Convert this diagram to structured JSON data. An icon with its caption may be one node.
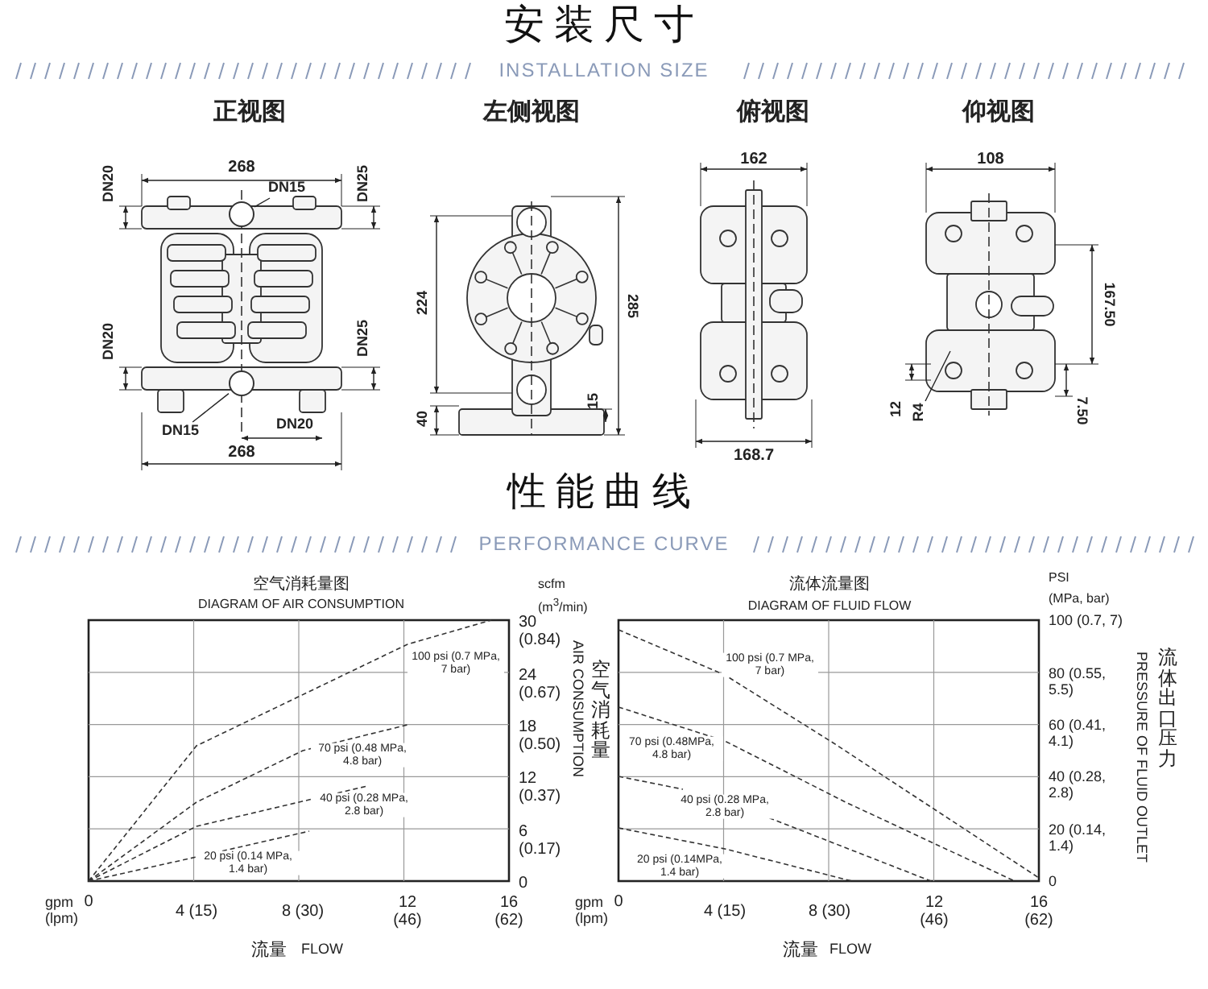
{
  "diagram": {
    "title": "安装尺寸",
    "nodes": [
      {
        "text": [
          "DN15"
        ]
      },
      {
        "text": [],
        "shape": "circle"
      },
      {
        "text": [
          "DN15"
        ]
      },
      {
        "text": [],
        "shape": "circle"
      },
      {
        "text": [
          "R4"
        ]
      }
    ],
    "edges": [
      {
        "from": 0,
        "to": 1,
        "arrow": "none"
      },
      {
        "from": 2,
        "to": 3,
        "arrow": "none"
      },
      {
        "from": 4,
        "to": null,
        "arrow": "none"
      }
    ],
    "labels": [
      "INSTALLATION SIZE",
      "正视图",
      "左侧视图",
      "俯视图",
      "仰视图",
      "268",
      "DN20",
      "DN25",
      "DN20",
      "DN25",
      "DN20",
      "268",
      "224",
      "285",
      "40",
      "15",
      "162",
      "168.7",
      "108",
      "167.50",
      "12",
      "7.50",
      "性能曲线",
      "PERFORMANCE CURVE",
      "空气消耗量图",
      "DIAGRAM OF AIR CONSUMPTION",
      "scfm",
      "(m$^{3}$/min)",
      "30 (0.84)",
      "24 (0.67)",
      "18 (0.50)",
      "12 (0.37)",
      "6 (0.17)",
      "0",
      "AIR CONSUMPTION",
      "空气消耗量",
      "100 psi (0.7 MPa, 7 bar)",
      "70 psi (0.48 MPa, 4.8 bar)",
      "40 psi (0.28 MPa, 2.8 bar)",
      "20 psi (0.14 MPa, 1.4 bar)",
      "gpm (lpm)",
      "0",
      "4 (15)",
      "8 (30)",
      "12 (46)",
      "16 (62)",
      "流量",
      "FLOW",
      "流体流量图",
      "DIAGRAM OF FLUID FLOW",
      "PSI",
      "(MPa, bar)",
      "100 (0.7, 7)",
      "80 (0.55, 5.5)",
      "60 (0.41, 4.1)",
      "40 (0.28, 2.8)",
      "20 (0.14, 1.4)",
      "0",
      "PRESSURE OF FLUID OUTLET",
      "流体出口压力",
      "100 psi (0.7 MPa, 7 bar)",
      "70 psi (0.48MPa, 4.8 bar)",
      "40 psi (0.28 MPa, 2.8 bar)",
      "20 psi (0.14MPa, 1.4 bar)",
      "gpm (lpm)",
      "0",
      "4 (15)",
      "8 (30)",
      "12 (46)",
      "16 (62)",
      "流量",
      "FLOW"
    ]
  }
}
